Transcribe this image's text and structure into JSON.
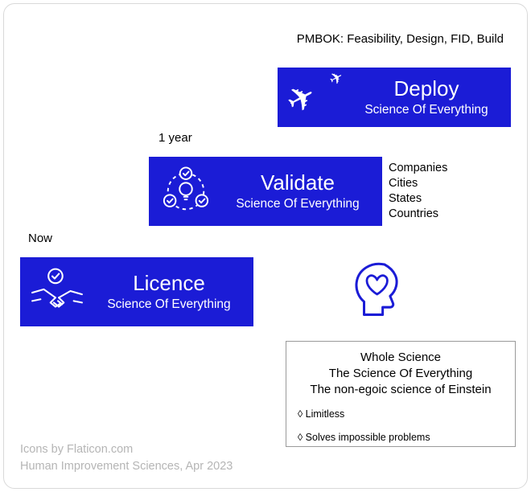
{
  "colors": {
    "accent": "#1b1cd6",
    "muted": "#b5b5b5"
  },
  "header": {
    "pmbok": "PMBOK: Feasibility, Design, FID, Build"
  },
  "glyphs": {
    "jet": "✈"
  },
  "stages": [
    {
      "title": "Deploy",
      "subtitle": "Science Of Everything",
      "icon": "fighter-jets-icon",
      "label_above": ""
    },
    {
      "title": "Validate",
      "subtitle": "Science Of Everything",
      "icon": "validation-cycle-icon",
      "label_above": "1 year"
    },
    {
      "title": "Licence",
      "subtitle": "Science Of Everything",
      "icon": "handshake-check-icon",
      "label_above": "Now"
    }
  ],
  "validate_targets": [
    "Companies",
    "Cities",
    "States",
    "Countries"
  ],
  "whole_science": {
    "line1": "Whole Science",
    "line2": "The Science Of Everything",
    "line3": "The non-egoic science of Einstein",
    "bullet1": "◊ Limitless",
    "bullet2": "◊ Solves impossible problems"
  },
  "footer": {
    "line1": "Icons by Flaticon.com",
    "line2": "Human Improvement Sciences, Apr 2023"
  }
}
